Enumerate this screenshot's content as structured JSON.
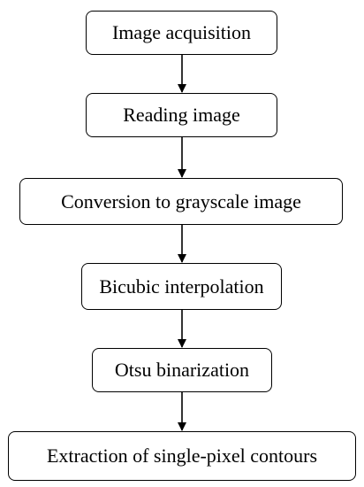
{
  "flowchart": {
    "steps": [
      {
        "label": "Image acquisition"
      },
      {
        "label": "Reading image"
      },
      {
        "label": "Conversion to grayscale image"
      },
      {
        "label": "Bicubic interpolation"
      },
      {
        "label": "Otsu binarization"
      },
      {
        "label": "Extraction of single-pixel contours"
      }
    ],
    "colors": {
      "stroke": "#000000",
      "fill": "#ffffff",
      "text": "#000000"
    }
  }
}
